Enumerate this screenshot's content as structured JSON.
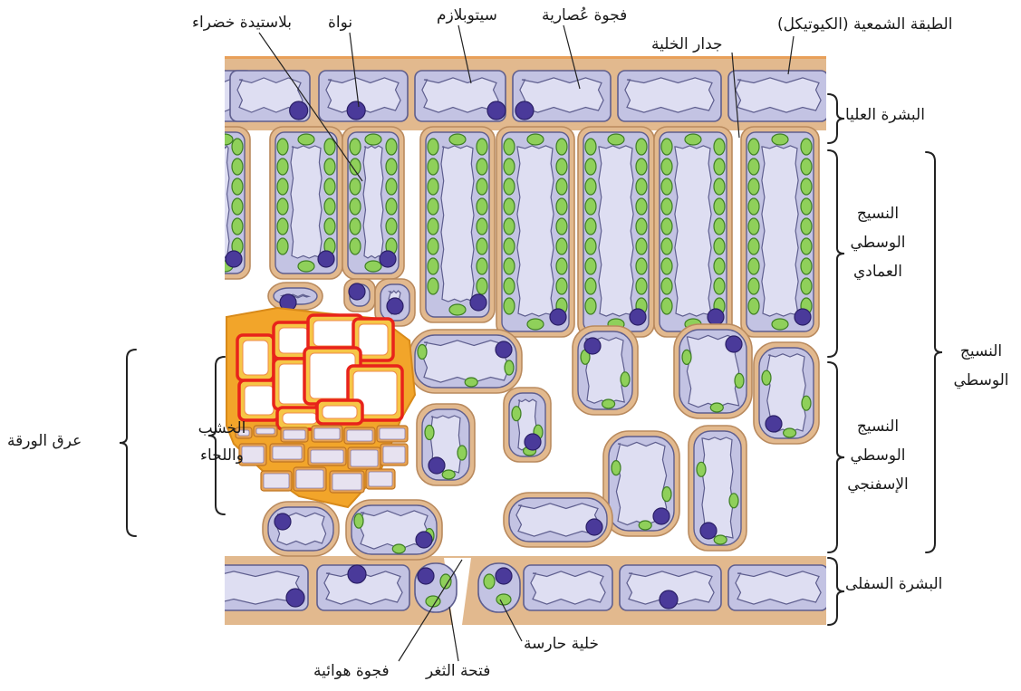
{
  "colors": {
    "cell_wall": "#e2b98e",
    "cell_wall_edge": "#b98a5e",
    "cytoplasm": "#c3c3e3",
    "cytoplasm_edge": "#5e5e8e",
    "vacuole": "#dedef2",
    "chloroplast": "#8fd05a",
    "chloroplast_edge": "#3f7f25",
    "nucleus": "#4a3a9a",
    "xylem_wall": "#e8231b",
    "xylem_fill": "#f6c646",
    "phloem_wall": "#f2a52a"
  },
  "labels": {
    "chloroplast": "بلاستيدة خضراء",
    "nucleus": "نواة",
    "cytoplasm": "سيتوبلازم",
    "vacuole": "فجوة عُصارية",
    "cuticle": "الطبقة الشمعية (الكيوتيكل)",
    "cell_wall": "جدار الخلية",
    "upper_epidermis": "البشرة العليا",
    "palisade_line1": "النسيج",
    "palisade_line2": "الوسطي",
    "palisade_line3": "العمادي",
    "mesophyll_line1": "النسيج",
    "mesophyll_line2": "الوسطي",
    "spongy_line1": "النسيج",
    "spongy_line2": "الوسطي",
    "spongy_line3": "الإسفنجي",
    "lower_epidermis": "البشرة السفلى",
    "xylem_phloem_line1": "الخشب",
    "xylem_phloem_line2": "واللحاء",
    "leaf_vein": "عرق الورقة",
    "guard_cell": "خلية حارسة",
    "stoma": "فتحة الثغر",
    "air_space": "فجوة هوائية"
  }
}
